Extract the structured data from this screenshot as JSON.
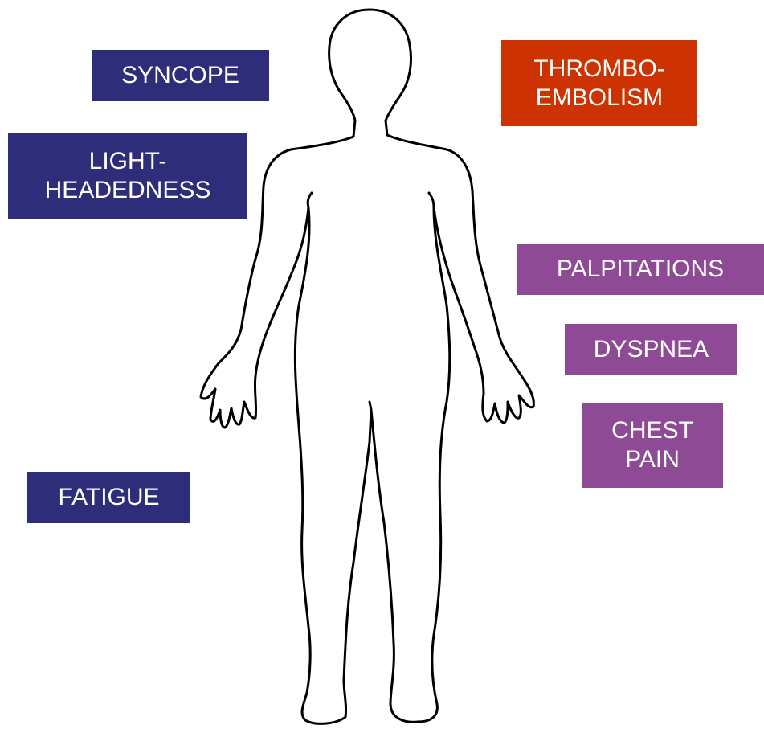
{
  "labels": {
    "syncope": "SYNCOPE",
    "thromboembolism": "THROMBO-\nEMBOLISM",
    "lightheadedness": "LIGHT-\nHEADEDNESS",
    "palpitations": "PALPITATIONS",
    "dyspnea": "DYSPNEA",
    "chest_pain": "CHEST\nPAIN",
    "fatigue": "FATIGUE"
  },
  "colors": {
    "navy": "#2e2d7a",
    "red": "#cc3300",
    "purple": "#8e4a94",
    "outline": "#000000"
  }
}
